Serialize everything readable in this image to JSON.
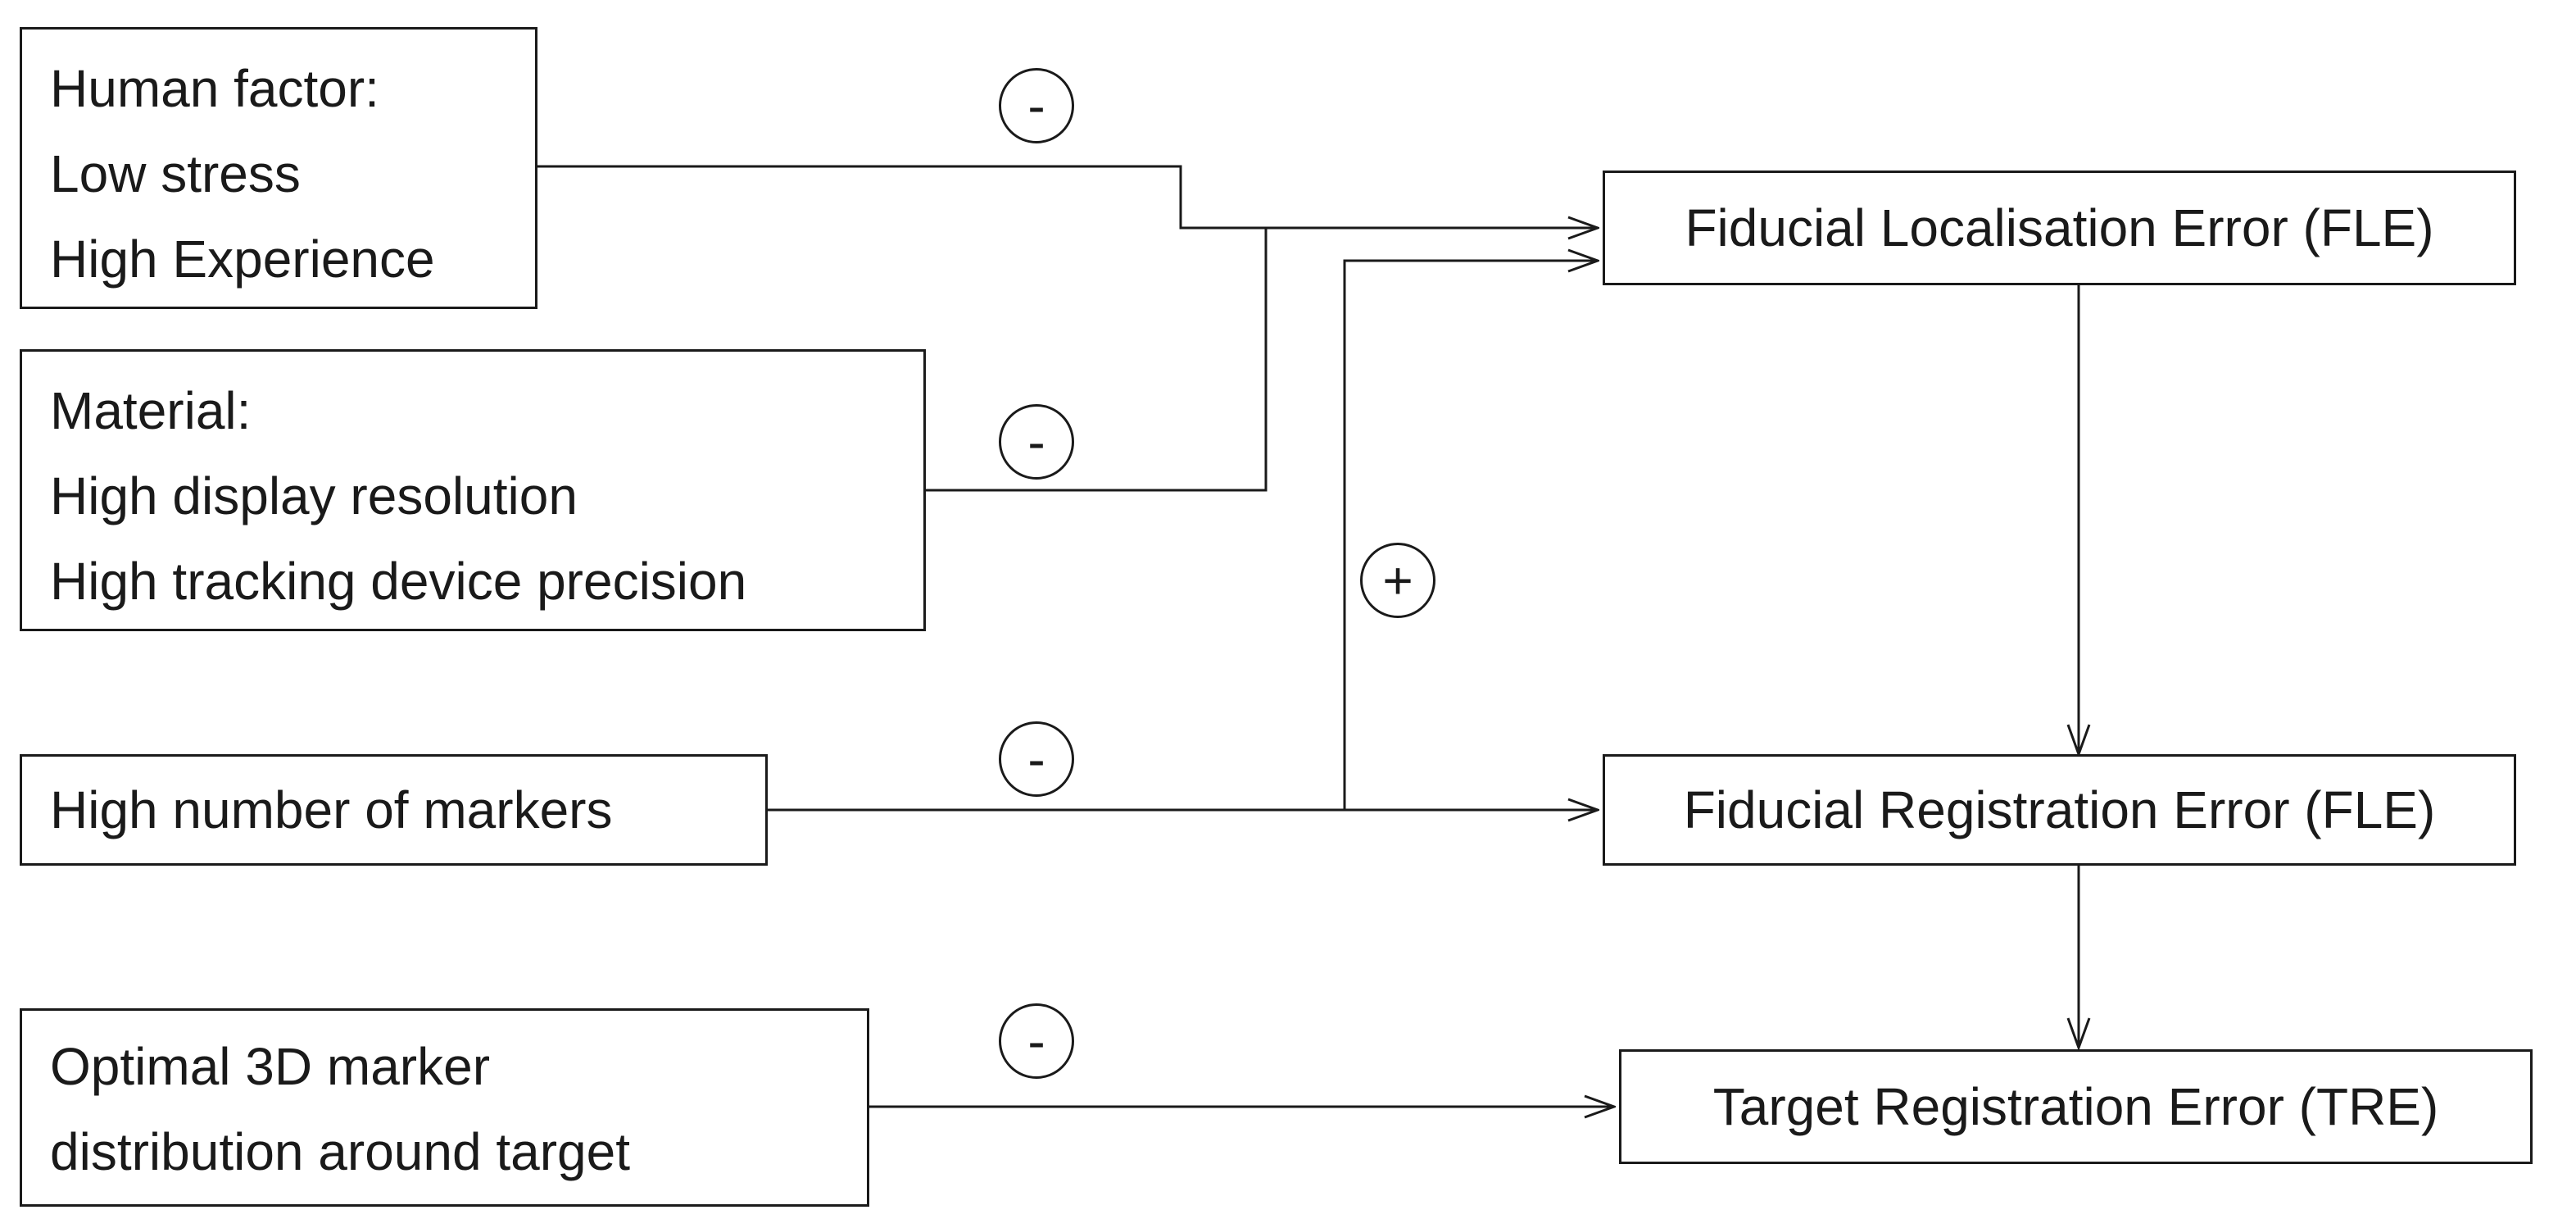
{
  "inputs": {
    "human_factor": [
      "Human factor:",
      "Low stress",
      "High Experience"
    ],
    "material": [
      "Material:",
      "High display resolution",
      "High tracking device precision"
    ],
    "markers": "High number of markers",
    "distribution": [
      "Optimal 3D marker",
      "distribution around target"
    ]
  },
  "outputs": {
    "fle": "Fiducial Localisation Error (FLE)",
    "fre": "Fiducial Registration Error (FLE)",
    "tre": "Target Registration Error (TRE)"
  },
  "signs": {
    "human_factor": "-",
    "material": "-",
    "markers_to_fle": "+",
    "markers_to_fre": "-",
    "distribution": "-"
  }
}
